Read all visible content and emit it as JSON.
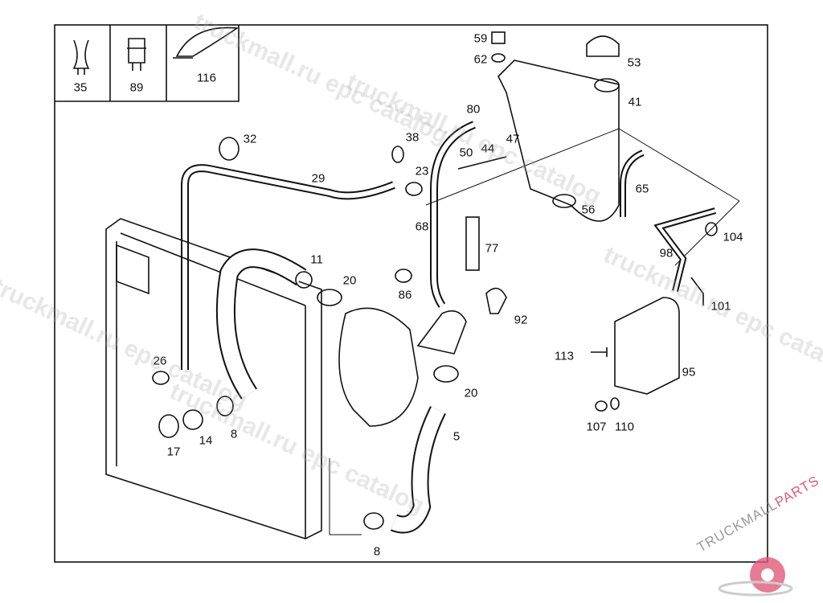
{
  "diagram": {
    "inset_labels": [
      "35",
      "89",
      "116"
    ],
    "part_labels": [
      "32",
      "29",
      "38",
      "23",
      "80",
      "59",
      "62",
      "53",
      "41",
      "50",
      "44",
      "47",
      "65",
      "56",
      "68",
      "77",
      "104",
      "98",
      "11",
      "20",
      "86",
      "92",
      "101",
      "26",
      "113",
      "95",
      "20",
      "5",
      "17",
      "14",
      "8",
      "107",
      "110",
      "8"
    ]
  },
  "watermark": {
    "text": "truckmall.ru epc catalog",
    "logo": "TRUCKMALLPARTS",
    "logo_colors": {
      "truckmall": "#999999",
      "parts": "#e05a78"
    }
  }
}
